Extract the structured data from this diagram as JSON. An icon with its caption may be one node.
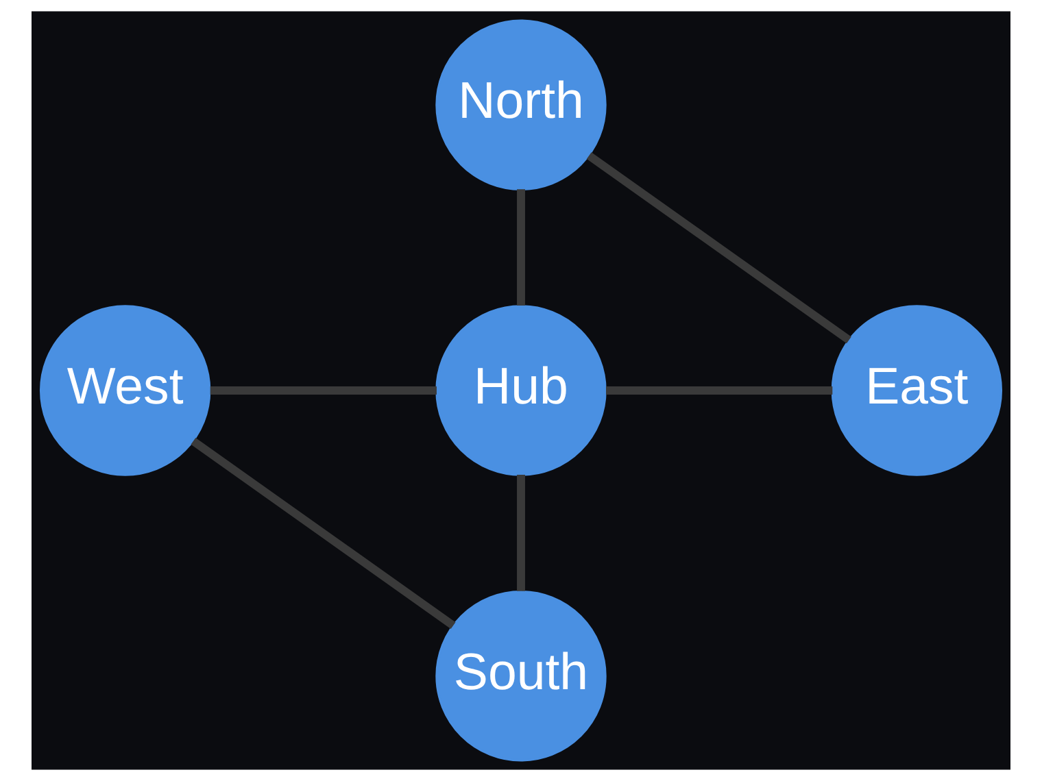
{
  "diagram": {
    "nodes": [
      {
        "text": [
          "North"
        ]
      },
      {
        "text": [
          "West"
        ]
      },
      {
        "text": [
          "Hub"
        ]
      },
      {
        "text": [
          "East"
        ]
      },
      {
        "text": [
          "South"
        ]
      }
    ],
    "edges": [
      {
        "from": 0,
        "to": 2,
        "arrow": "none"
      },
      {
        "from": 1,
        "to": 2,
        "arrow": "none"
      },
      {
        "from": 2,
        "to": 3,
        "arrow": "none"
      },
      {
        "from": 2,
        "to": 4,
        "arrow": "none"
      },
      {
        "from": 0,
        "to": 3,
        "arrow": "none"
      },
      {
        "from": 1,
        "to": 4,
        "arrow": "none"
      }
    ]
  }
}
